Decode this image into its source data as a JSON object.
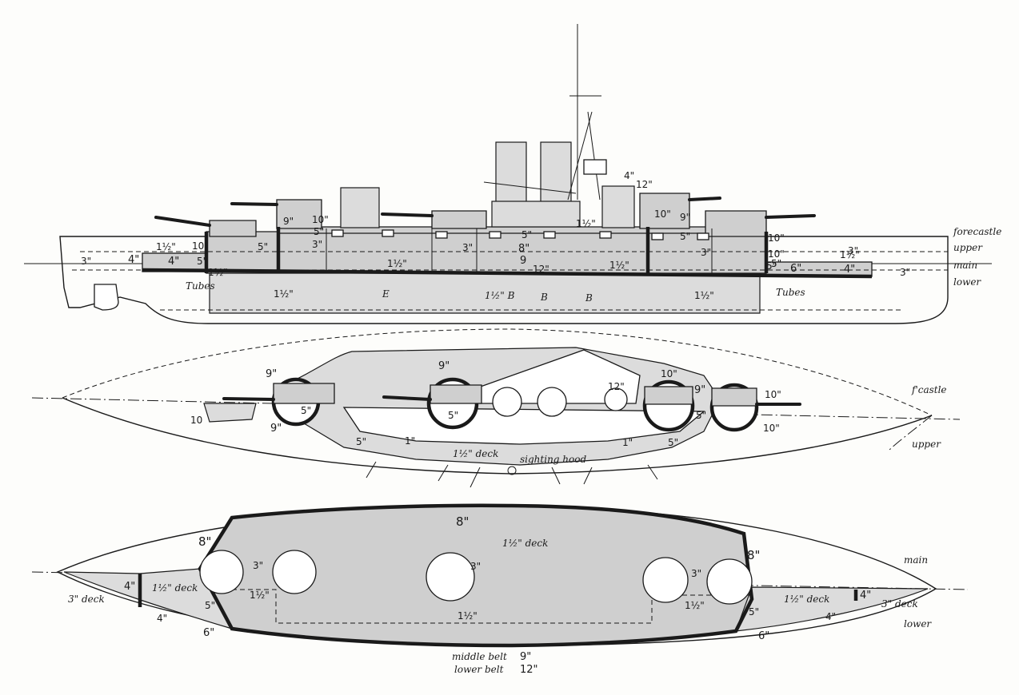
{
  "profile": {
    "deck_names": {
      "forecastle": "forecastle",
      "upper": "upper",
      "main": "main",
      "lower": "lower"
    },
    "labels": [
      {
        "id": "p1",
        "text": "3\""
      },
      {
        "id": "p2",
        "text": "4\""
      },
      {
        "id": "p3",
        "text": "1½\""
      },
      {
        "id": "p4",
        "text": "10\""
      },
      {
        "id": "p5",
        "text": "4\""
      },
      {
        "id": "p6",
        "text": "5\""
      },
      {
        "id": "p7",
        "text": "5\""
      },
      {
        "id": "p8",
        "text": "9\""
      },
      {
        "id": "p9",
        "text": "10\""
      },
      {
        "id": "p10",
        "text": "5\""
      },
      {
        "id": "p11",
        "text": "3\""
      },
      {
        "id": "p12",
        "text": "3\""
      },
      {
        "id": "p13",
        "text": "5\""
      },
      {
        "id": "p14",
        "text": "8\""
      },
      {
        "id": "p15",
        "text": "9"
      },
      {
        "id": "p16",
        "text": "12\""
      },
      {
        "id": "p17",
        "text": "1½\""
      },
      {
        "id": "p18",
        "text": "12\""
      },
      {
        "id": "p19",
        "text": "4\""
      },
      {
        "id": "p20",
        "text": "10\""
      },
      {
        "id": "p21",
        "text": "9\""
      },
      {
        "id": "p22",
        "text": "5\""
      },
      {
        "id": "p23",
        "text": "3\""
      },
      {
        "id": "p24",
        "text": "10\""
      },
      {
        "id": "p25",
        "text": "10\""
      },
      {
        "id": "p26",
        "text": "5\""
      },
      {
        "id": "p27",
        "text": "6\""
      },
      {
        "id": "p28",
        "text": "4\""
      },
      {
        "id": "p29",
        "text": "1½\""
      },
      {
        "id": "p30",
        "text": "3\""
      },
      {
        "id": "p31",
        "text": "Tubes"
      },
      {
        "id": "p32",
        "text": "Tubes"
      },
      {
        "id": "p33",
        "text": "1½\""
      },
      {
        "id": "p34",
        "text": "E"
      },
      {
        "id": "p35",
        "text": "1½\" B"
      },
      {
        "id": "p36",
        "text": "B"
      },
      {
        "id": "p37",
        "text": "B"
      },
      {
        "id": "p38",
        "text": "1½\""
      },
      {
        "id": "p39",
        "text": "1½\""
      },
      {
        "id": "p40",
        "text": "1½\""
      },
      {
        "id": "p41",
        "text": "1½\""
      },
      {
        "id": "p42",
        "text": "5\""
      },
      {
        "id": "p43",
        "text": "3\""
      }
    ]
  },
  "forecastle_plan": {
    "deck_names": {
      "fcastle": "f'castle",
      "upper": "upper"
    },
    "labels": [
      {
        "id": "f1",
        "text": "9\""
      },
      {
        "id": "f2",
        "text": "9\""
      },
      {
        "id": "f3",
        "text": "10"
      },
      {
        "id": "f4",
        "text": "9\""
      },
      {
        "id": "f5",
        "text": "5\""
      },
      {
        "id": "f6",
        "text": "5\""
      },
      {
        "id": "f7",
        "text": "5\""
      },
      {
        "id": "f8",
        "text": "1\""
      },
      {
        "id": "f9",
        "text": "1½\" deck"
      },
      {
        "id": "f10",
        "text": "sighting hood"
      },
      {
        "id": "f11",
        "text": "1\""
      },
      {
        "id": "f12",
        "text": "5\""
      },
      {
        "id": "f13",
        "text": "12\""
      },
      {
        "id": "f14",
        "text": "10\""
      },
      {
        "id": "f15",
        "text": "9\""
      },
      {
        "id": "f16",
        "text": "10\""
      },
      {
        "id": "f17",
        "text": "10\""
      },
      {
        "id": "f18",
        "text": "5\""
      }
    ]
  },
  "main_plan": {
    "deck_names": {
      "main": "main",
      "lower": "lower"
    },
    "labels": [
      {
        "id": "m1",
        "text": "8\""
      },
      {
        "id": "m2",
        "text": "8\""
      },
      {
        "id": "m3",
        "text": "1½\" deck"
      },
      {
        "id": "m4",
        "text": "8\""
      },
      {
        "id": "m5",
        "text": "3\""
      },
      {
        "id": "m6",
        "text": "3\""
      },
      {
        "id": "m7",
        "text": "3\""
      },
      {
        "id": "m8",
        "text": "4\""
      },
      {
        "id": "m9",
        "text": "1½\" deck"
      },
      {
        "id": "m10",
        "text": "3\" deck"
      },
      {
        "id": "m11",
        "text": "5\""
      },
      {
        "id": "m12",
        "text": "1½\""
      },
      {
        "id": "m13",
        "text": "4\""
      },
      {
        "id": "m14",
        "text": "6\""
      },
      {
        "id": "m15",
        "text": "1½\""
      },
      {
        "id": "m16",
        "text": "1½\""
      },
      {
        "id": "m17",
        "text": "1½\" deck"
      },
      {
        "id": "m18",
        "text": "4\""
      },
      {
        "id": "m19",
        "text": "3\" deck"
      },
      {
        "id": "m20",
        "text": "5\""
      },
      {
        "id": "m21",
        "text": "4\""
      },
      {
        "id": "m22",
        "text": "6\""
      }
    ]
  },
  "legend": {
    "middle_belt_label": "middle belt",
    "middle_belt_value": "9\"",
    "lower_belt_label": "lower belt",
    "lower_belt_value": "12\""
  }
}
